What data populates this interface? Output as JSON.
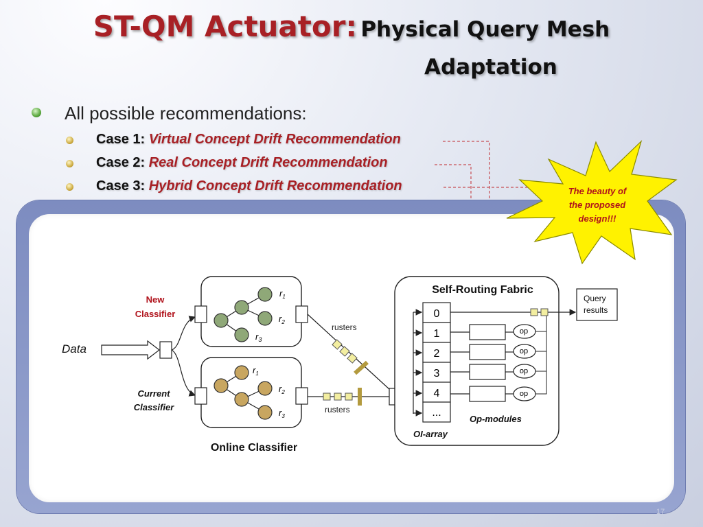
{
  "title": {
    "main": "ST-QM Actuator:",
    "sub_line1": "Physical Query Mesh",
    "sub_line2": "Adaptation"
  },
  "bullets": {
    "heading": "All possible recommendations:",
    "cases": [
      {
        "label": "Case 1",
        "sep": ": ",
        "text": "Virtual Concept Drift Recommendation"
      },
      {
        "label": "Case 2",
        "sep": ": ",
        "text": "Real Concept Drift Recommendation"
      },
      {
        "label": "Case 3",
        "sep": ": ",
        "text": "Hybrid Concept Drift Recommendation"
      }
    ]
  },
  "callout": {
    "line1": "The beauty of",
    "line2": "the proposed",
    "line3": "design!!!"
  },
  "diagram": {
    "data_label": "Data",
    "new_classifier": [
      "New",
      "Classifier"
    ],
    "current_classifier": [
      "Current",
      "Classifier"
    ],
    "online_classifier": "Online Classifier",
    "rusters_top": "rusters",
    "rusters_bottom": "rusters",
    "fabric_title": "Self-Routing Fabric",
    "oi_array": [
      "0",
      "1",
      "2",
      "3",
      "4",
      "..."
    ],
    "oi_array_label": "OI-array",
    "op_modules_label": "Op-modules",
    "op_label": "op",
    "query_results": [
      "Query",
      "results"
    ],
    "r_labels": {
      "r": "r",
      "s1": "1",
      "s2": "2",
      "s3": "3"
    }
  },
  "page_number": "17",
  "colors": {
    "title_red": "#a82025",
    "callout_fill": "#fff200",
    "green_node": "#8fa878",
    "tan_node": "#c8a660"
  }
}
